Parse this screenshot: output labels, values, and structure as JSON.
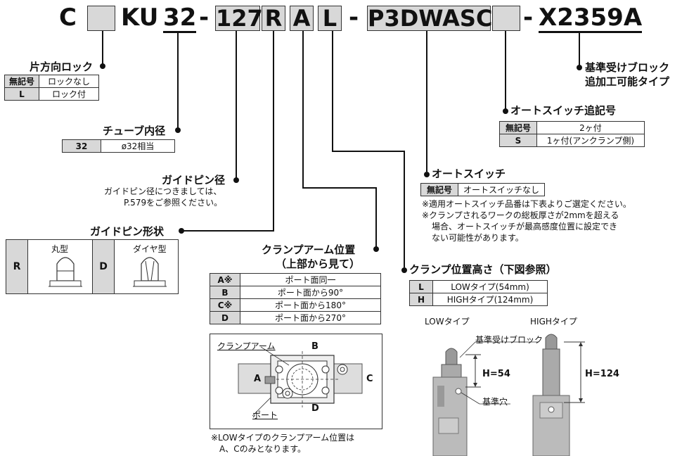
{
  "model_code": {
    "c": "C",
    "ku": "KU",
    "bore": "32",
    "dash1": "-",
    "pin": "127",
    "shape": "R",
    "arm": "A",
    "height": "L",
    "dash2": "-",
    "switch": "P3DWASC",
    "dash3": "-",
    "suffix": "X2359A"
  },
  "one_way_lock": {
    "title": "片方向ロック",
    "rows": [
      [
        "無記号",
        "ロックなし"
      ],
      [
        "L",
        "ロック付"
      ]
    ]
  },
  "tube_bore": {
    "title": "チューブ内径",
    "rows": [
      [
        "32",
        "ø32相当"
      ]
    ]
  },
  "guide_pin_dia": {
    "title": "ガイドピン径",
    "note1": "ガイドピン径につきましては、",
    "note2": "P.579をご参照ください。"
  },
  "guide_pin_shape": {
    "title": "ガイドピン形状",
    "r_code": "R",
    "r_label": "丸型",
    "d_code": "D",
    "d_label": "ダイヤ型"
  },
  "clamp_arm": {
    "title1": "クランプアーム位置",
    "title2": "（上部から見て）",
    "rows": [
      [
        "A※",
        "ポート面同一"
      ],
      [
        "B",
        "ポート面から90°"
      ],
      [
        "C※",
        "ポート面から180°"
      ],
      [
        "D",
        "ポート面から270°"
      ]
    ],
    "diagram": {
      "arm_label": "クランプアーム",
      "port_label": "ポート",
      "a": "A",
      "b": "B",
      "c": "C",
      "d": "D"
    },
    "note1": "※LOWタイプのクランプアーム位置は",
    "note2": "A、Cのみとなります。"
  },
  "ref_block": {
    "title1": "基準受けブロック",
    "title2": "追加工可能タイプ"
  },
  "auto_switch_suffix": {
    "title": "オートスイッチ追記号",
    "rows": [
      [
        "無記号",
        "2ヶ付"
      ],
      [
        "S",
        "1ヶ付(アンクランプ側)"
      ]
    ]
  },
  "auto_switch": {
    "title": "オートスイッチ",
    "rows": [
      [
        "無記号",
        "オートスイッチなし"
      ]
    ],
    "note1": "※適用オートスイッチ品番は下表よりご選定ください。",
    "note2": "※クランプされるワークの総板厚さが2mmを超える",
    "note3": "場合、オートスイッチが最高感度位置に設定でき",
    "note4": "ない可能性があります。"
  },
  "clamp_height": {
    "title": "クランプ位置高さ（下図参照）",
    "rows": [
      [
        "L",
        "LOWタイプ(54mm)"
      ],
      [
        "H",
        "HIGHタイプ(124mm)"
      ]
    ],
    "low_label": "LOWタイプ",
    "high_label": "HIGHタイプ",
    "ref_block_label": "基準受けブロック",
    "ref_hole_label": "基準穴",
    "h_low": "H=54",
    "h_high": "H=124"
  }
}
